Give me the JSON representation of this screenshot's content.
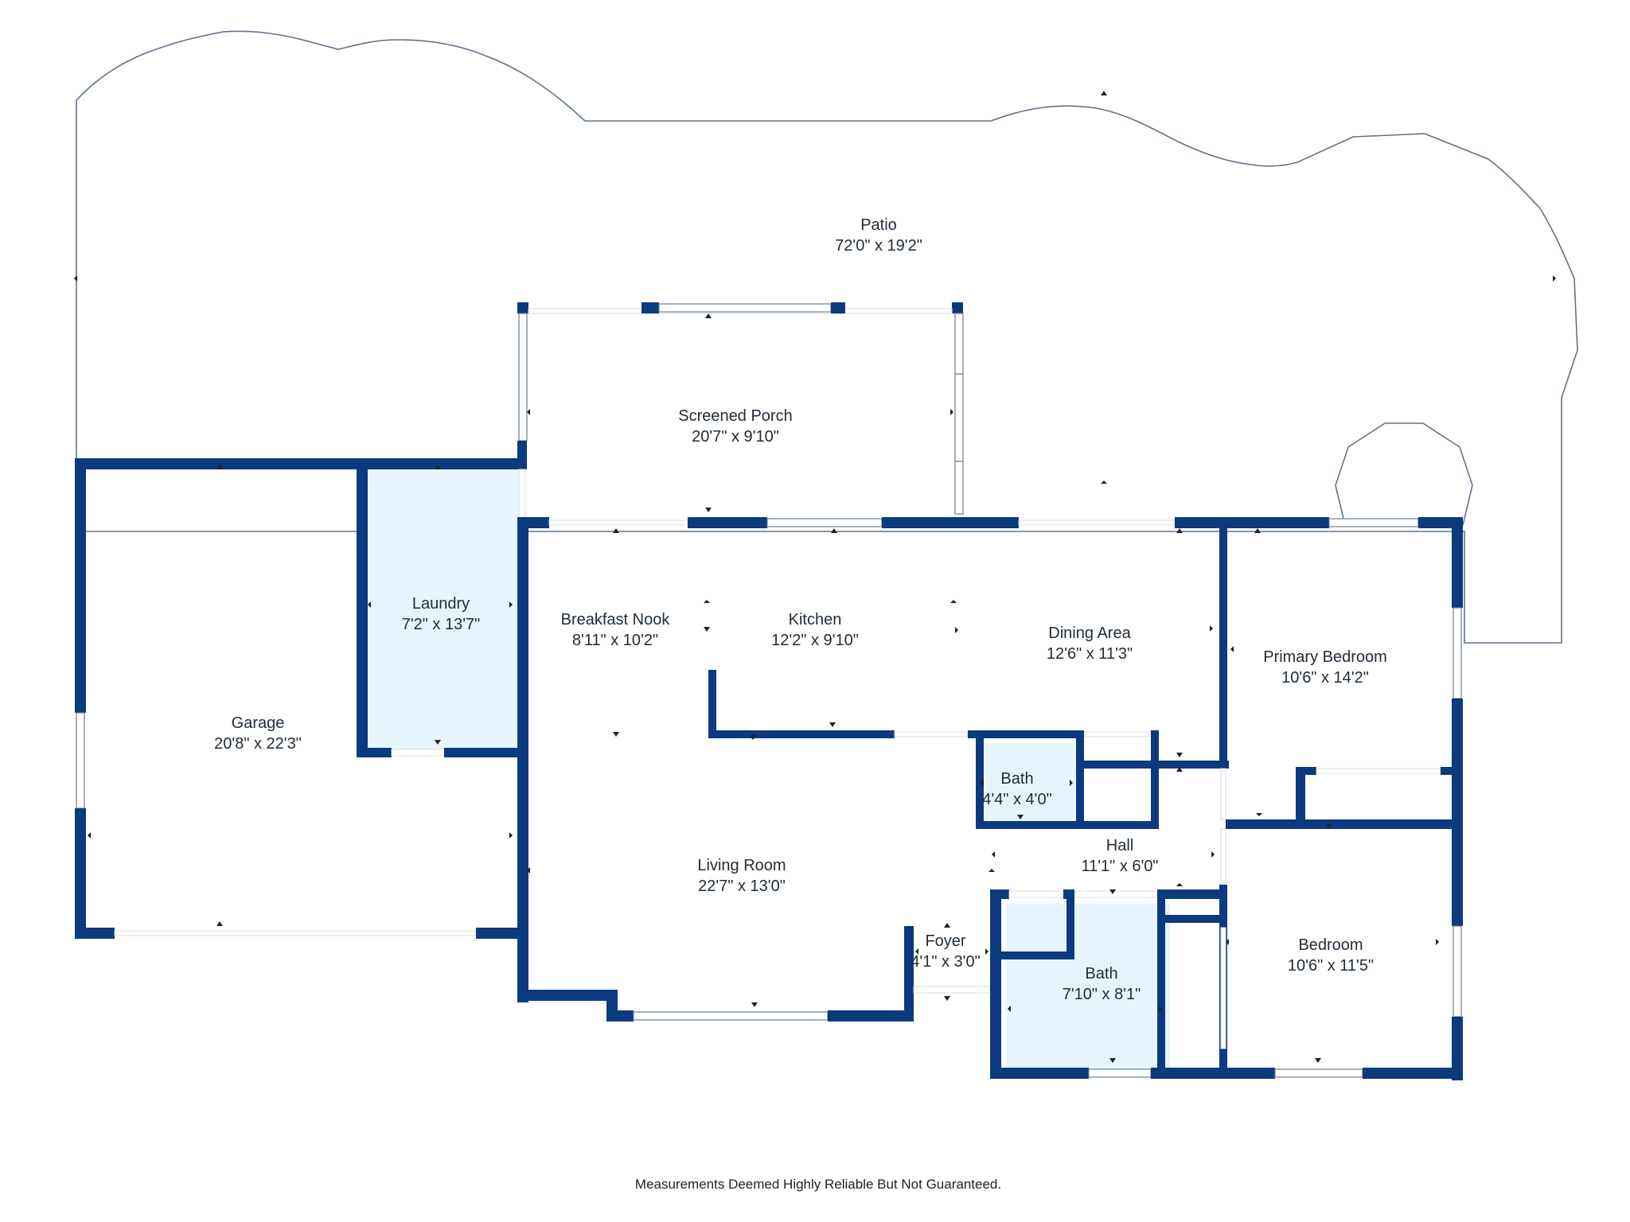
{
  "rooms": {
    "patio": {
      "name": "Patio",
      "dims": "72'0\" x 19'2\""
    },
    "screened_porch": {
      "name": "Screened Porch",
      "dims": "20'7\" x 9'10\""
    },
    "garage": {
      "name": "Garage",
      "dims": "20'8\" x 22'3\""
    },
    "laundry": {
      "name": "Laundry",
      "dims": "7'2\" x 13'7\""
    },
    "breakfast_nook": {
      "name": "Breakfast Nook",
      "dims": "8'11\" x 10'2\""
    },
    "kitchen": {
      "name": "Kitchen",
      "dims": "12'2\" x 9'10\""
    },
    "dining_area": {
      "name": "Dining Area",
      "dims": "12'6\" x 11'3\""
    },
    "primary_bedroom": {
      "name": "Primary Bedroom",
      "dims": "10'6\" x 14'2\""
    },
    "bath_small": {
      "name": "Bath",
      "dims": "4'4\" x 4'0\""
    },
    "hall": {
      "name": "Hall",
      "dims": "11'1\" x 6'0\""
    },
    "living_room": {
      "name": "Living Room",
      "dims": "22'7\" x 13'0\""
    },
    "foyer": {
      "name": "Foyer",
      "dims": "4'1\" x 3'0\""
    },
    "bath_main": {
      "name": "Bath",
      "dims": "7'10\" x 8'1\""
    },
    "bedroom": {
      "name": "Bedroom",
      "dims": "10'6\" x 11'5\""
    }
  },
  "footer": {
    "disclaimer": "Measurements Deemed Highly Reliable But Not Guaranteed."
  },
  "colors": {
    "wall": "#0b3a7e",
    "bath_tint": "#e6f4fd",
    "outline": "#5d7387"
  }
}
